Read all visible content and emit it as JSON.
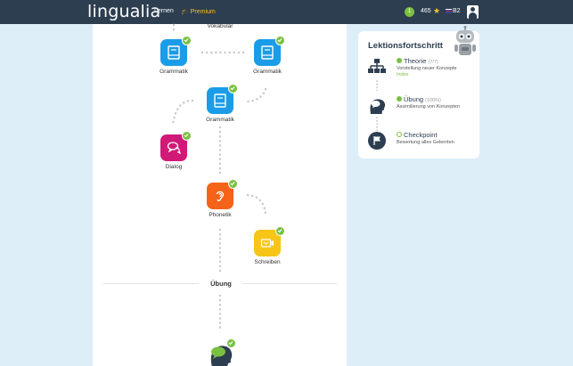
{
  "header": {
    "logo": "lingualia",
    "nav_learn": "Lernen",
    "nav_premium": "Premium",
    "streak": "1",
    "points": "465",
    "level": "B2",
    "premium_icon": "graduation-cap-icon"
  },
  "path": {
    "top_label": "Vokabular",
    "nodes": [
      {
        "label": "Grammatik",
        "color": "#1b9ce8",
        "icon": "book-icon",
        "completed": true
      },
      {
        "label": "Grammatik",
        "color": "#1b9ce8",
        "icon": "book-icon",
        "completed": true
      },
      {
        "label": "Grammatik",
        "color": "#1b9ce8",
        "icon": "book-icon",
        "completed": true
      },
      {
        "label": "Dialog",
        "color": "#d11a78",
        "icon": "speech-bubbles-icon",
        "completed": true
      },
      {
        "label": "Phonetik",
        "color": "#f46318",
        "icon": "ear-icon",
        "completed": true
      },
      {
        "label": "Schreiben",
        "color": "#f6c518",
        "icon": "keyboard-icon",
        "completed": true
      }
    ],
    "separator_label": "Übung"
  },
  "progress": {
    "title": "Lektionsfortschritt",
    "steps": [
      {
        "title": "Theorie",
        "count": "(7/7)",
        "description": "Vorstellung neuer Konzepte",
        "link": "Index",
        "status": "done",
        "icon": "hierarchy-icon"
      },
      {
        "title": "Übung",
        "count": "(100%)",
        "description": "Assimilierung von Konzepten",
        "status": "done",
        "icon": "head-speech-icon"
      },
      {
        "title": "Checkpoint",
        "description": "Bewertung alles Gelernten",
        "status": "open",
        "icon": "flag-icon"
      }
    ]
  },
  "colors": {
    "nav_bg": "#2d3e50",
    "accent_green": "#7ac142",
    "page_bg": "#ddeef9",
    "premium": "#f3c623"
  }
}
